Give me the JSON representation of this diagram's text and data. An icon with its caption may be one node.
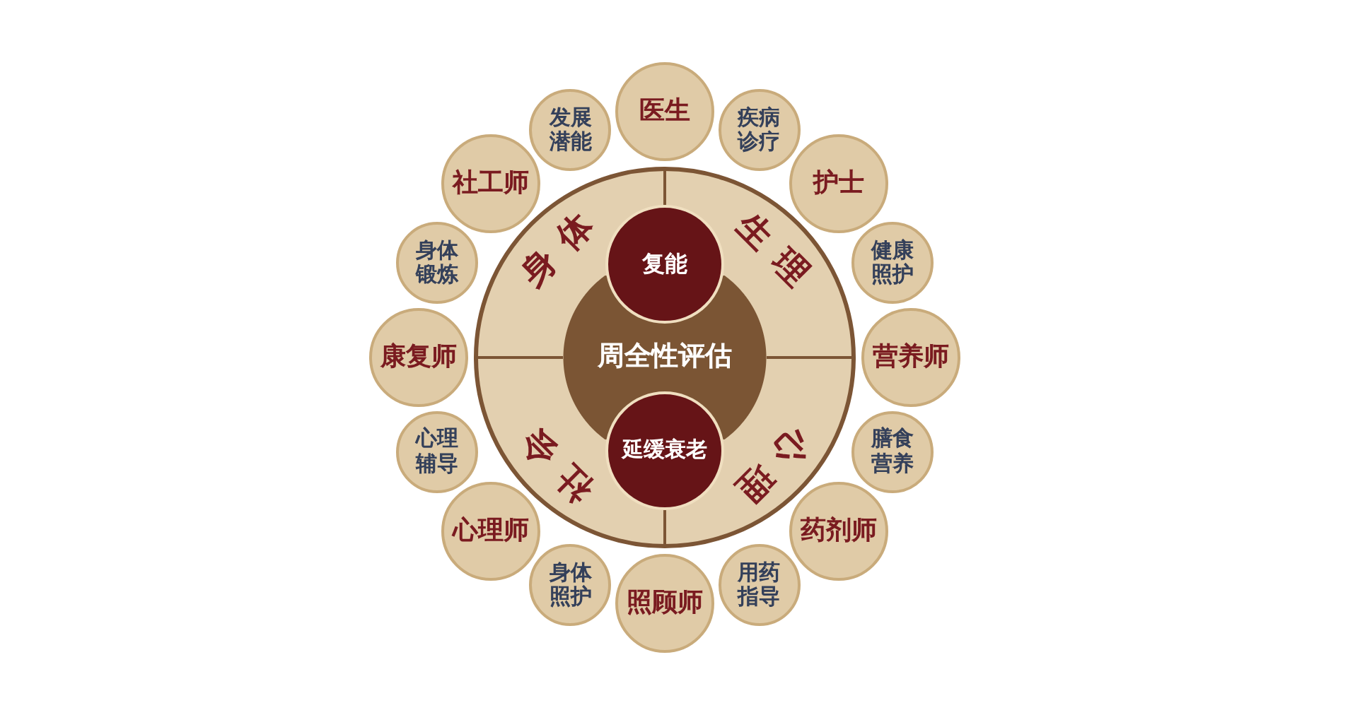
{
  "diagram": {
    "nodes": [
      {
        "text": [
          "身体",
          "生理",
          "心理",
          "社会"
        ]
      },
      {
        "text": [
          "周全性评估"
        ],
        "in": 0
      },
      {
        "text": [
          "复能"
        ],
        "in": 0
      },
      {
        "text": [
          "延缓衰老"
        ],
        "in": 0
      },
      {
        "text": [
          "医生"
        ]
      },
      {
        "text": [
          "疾病诊疗"
        ]
      },
      {
        "text": [
          "护士"
        ]
      },
      {
        "text": [
          "健康照护"
        ]
      },
      {
        "text": [
          "营养师"
        ]
      },
      {
        "text": [
          "膳食营养"
        ]
      },
      {
        "text": [
          "药剂师"
        ]
      },
      {
        "text": [
          "用药指导"
        ]
      },
      {
        "text": [
          "照顾师"
        ]
      },
      {
        "text": [
          "身体照护"
        ]
      },
      {
        "text": [
          "心理师"
        ]
      },
      {
        "text": [
          "心理辅导"
        ]
      },
      {
        "text": [
          "康复师"
        ]
      },
      {
        "text": [
          "身体锻炼"
        ]
      },
      {
        "text": [
          "社工师"
        ]
      },
      {
        "text": [
          "发展潜能"
        ]
      }
    ]
  }
}
